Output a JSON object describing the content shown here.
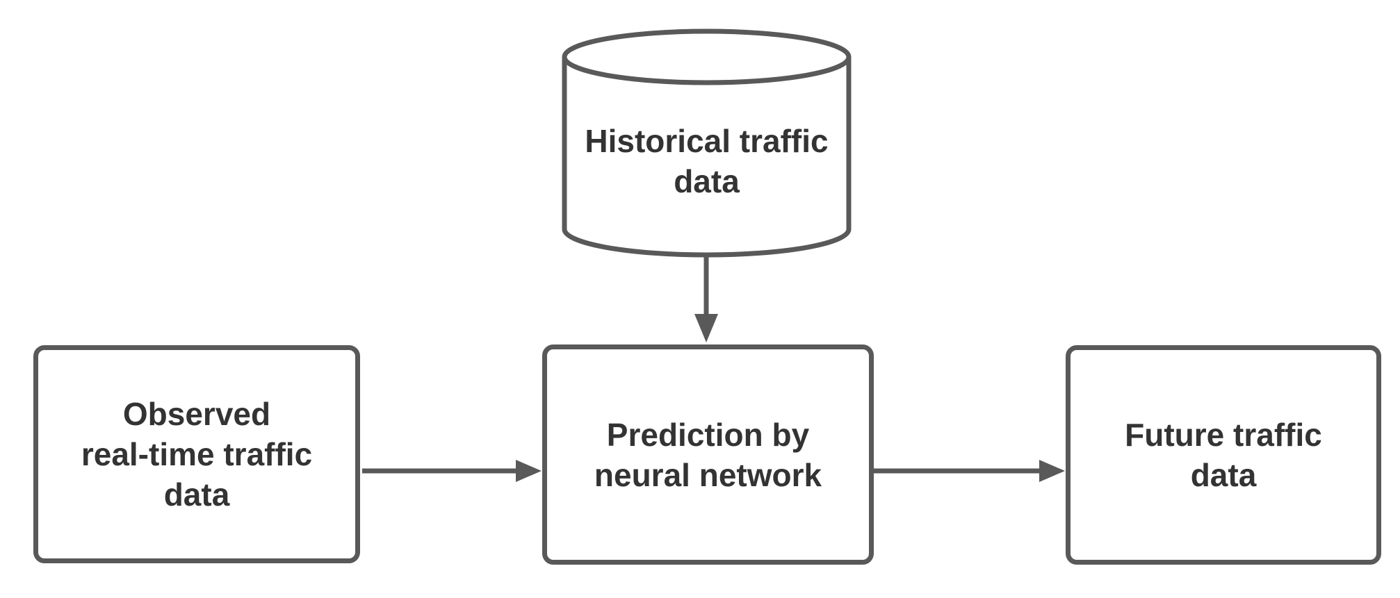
{
  "diagram": {
    "type": "flowchart",
    "background": "#ffffff",
    "colors": {
      "stroke": "#595959",
      "text": "#333333",
      "node_fill": "#ffffff"
    },
    "nodes": {
      "historical": {
        "shape": "cylinder",
        "label": "Historical traffic\ndata"
      },
      "observed": {
        "shape": "rounded-rectangle",
        "label": "Observed\nreal-time traffic\ndata"
      },
      "prediction": {
        "shape": "rounded-rectangle",
        "label": "Prediction by\nneural network"
      },
      "future": {
        "shape": "rounded-rectangle",
        "label": "Future traffic\ndata"
      }
    },
    "edges": [
      {
        "from": "historical",
        "to": "prediction",
        "direction": "down",
        "style": "solid-arrow"
      },
      {
        "from": "observed",
        "to": "prediction",
        "direction": "right",
        "style": "solid-arrow"
      },
      {
        "from": "prediction",
        "to": "future",
        "direction": "right",
        "style": "solid-arrow"
      }
    ]
  }
}
